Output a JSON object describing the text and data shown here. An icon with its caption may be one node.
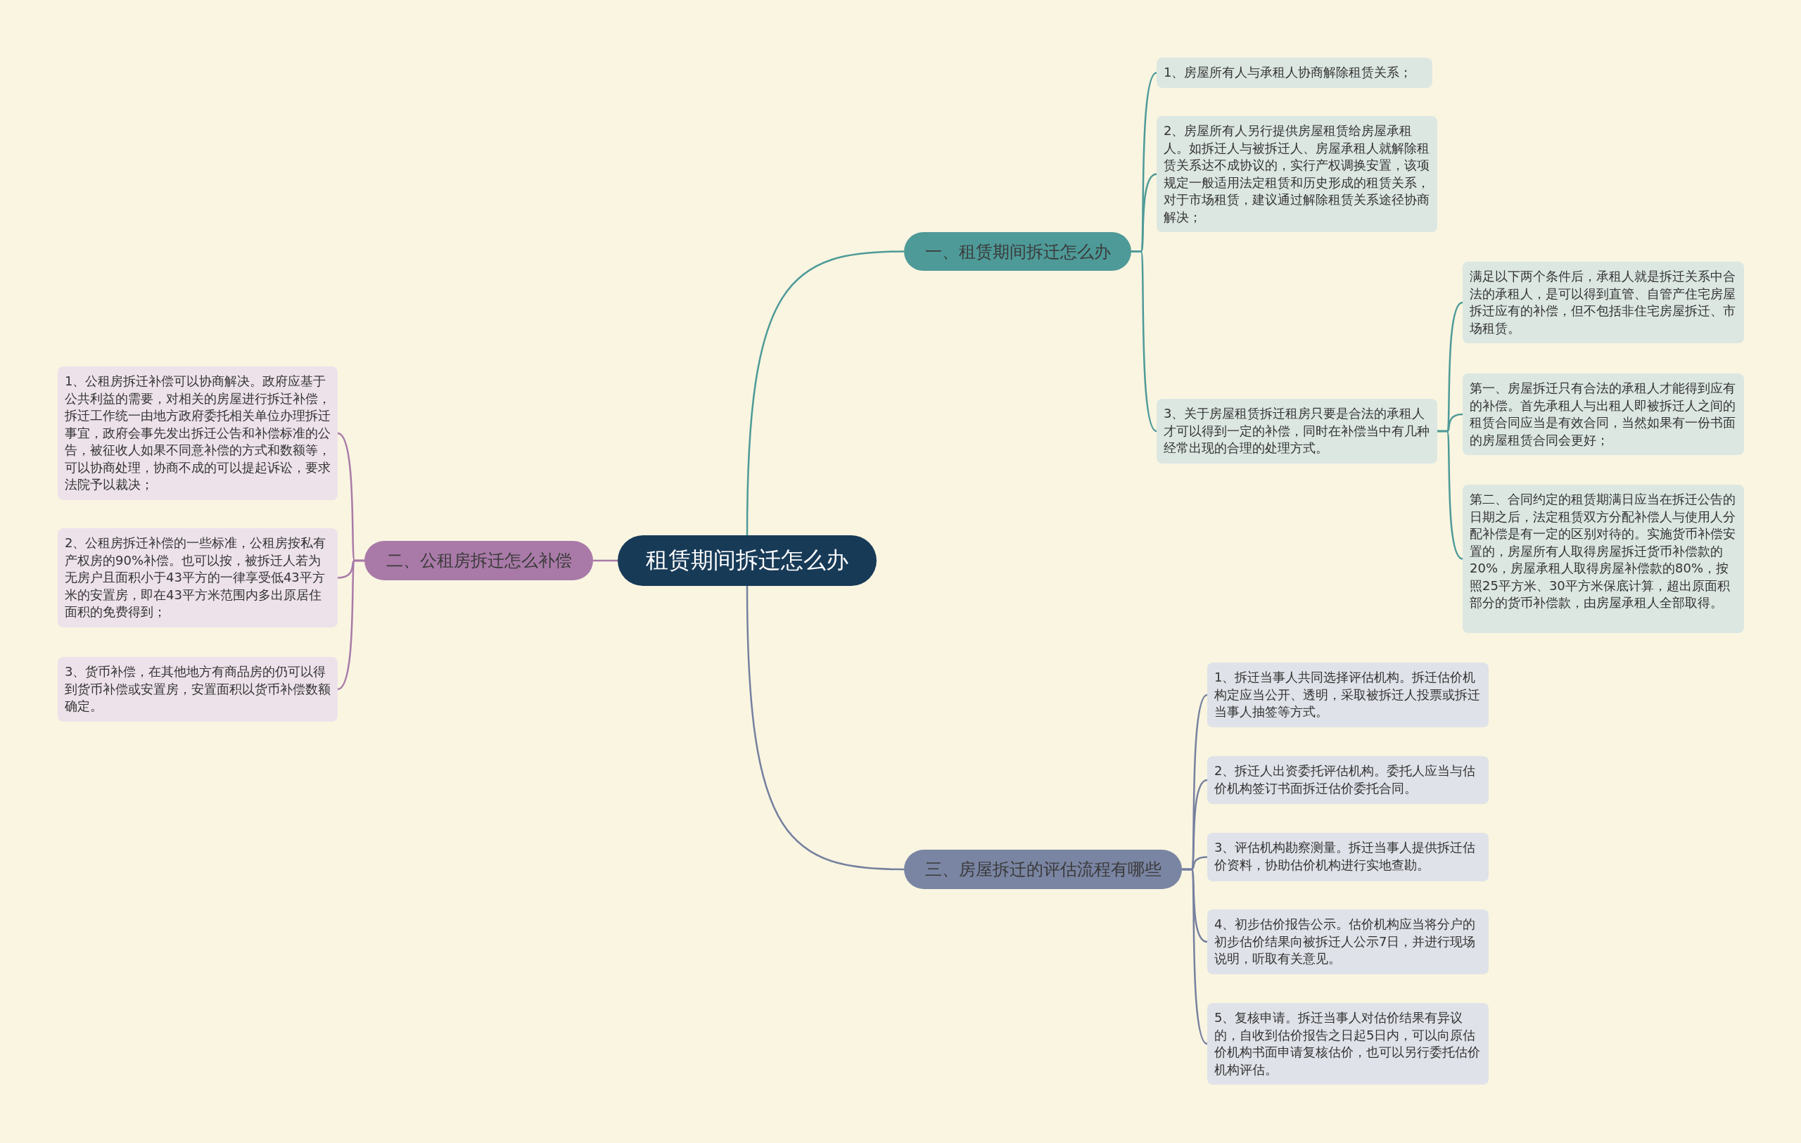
{
  "diagram": {
    "nodes": [
      {
        "text": [
          "租赁期间拆迁怎么办"
        ]
      },
      {
        "text": [
          "一、租赁期间拆迁怎么办"
        ]
      },
      {
        "text": [
          "二、公租房拆迁怎么补偿"
        ]
      },
      {
        "text": [
          "三、房屋拆迁的评估流程有哪些"
        ]
      },
      {
        "text": [
          "1、房屋所有人与承租人协商解除租赁关系；"
        ]
      },
      {
        "text": [
          "2、房屋所有人另行提供房屋租赁给房屋承租人。如拆迁人与被拆迁人、房屋承租人就解除租赁关系达不成协议的，实行产权调换安置，该项规定一般适用法定租赁和历史形成的租赁关系，对于市场租赁，建议通过解除租赁关系途径协商解决；"
        ]
      },
      {
        "text": [
          "3、关于房屋租赁拆迁租房只要是合法的承租人才可以得到一定的补偿，同时在补偿当中有几种经常出现的合理的处理方式。"
        ]
      },
      {
        "text": [
          "满足以下两个条件后，承租人就是拆迁关系中合法的承租人，是可以得到直管、自管产住宅房屋拆迁应有的补偿，但不包括非住宅房屋拆迁、市场租赁。"
        ]
      },
      {
        "text": [
          "第一、房屋拆迁只有合法的承租人才能得到应有的补偿。首先承租人与出租人即被拆迁人之间的租赁合同应当是有效合同，当然如果有一份书面的房屋租赁合同会更好；"
        ]
      },
      {
        "text": [
          "第二、合同约定的租赁期满日应当在拆迁公告的日期之后，法定租赁双方分配补偿人与使用人分配补偿是有一定的区别对待的。实施货币补偿安置的，房屋所有人取得房屋拆迁货币补偿款的20%，房屋承租人取得房屋补偿款的80%，按照25平方米、30平方米保底计算，超出原面积部分的货币补偿款，由房屋承租人全部取得。"
        ]
      },
      {
        "text": [
          "1、公租房拆迁补偿可以协商解决。政府应基于公共利益的需要，对相关的房屋进行拆迁补偿，拆迁工作统一由地方政府委托相关单位办理拆迁事宜，政府会事先发出拆迁公告和补偿标准的公告，被征收人如果不同意补偿的方式和数额等，可以协商处理，协商不成的可以提起诉讼，要求法院予以裁决；"
        ]
      },
      {
        "text": [
          "2、公租房拆迁补偿的一些标准，公租房按私有产权房的90%补偿。也可以按，被拆迁人若为无房户且面积小于43平方的一律享受低43平方米的安置房，即在43平方米范围内多出原居住面积的免费得到；"
        ]
      },
      {
        "text": [
          "3、货币补偿，在其他地方有商品房的仍可以得到货币补偿或安置房，安置面积以货币补偿数额确定。"
        ]
      },
      {
        "text": [
          "1、拆迁当事人共同选择评估机构。拆迁估价机构定应当公开、透明，采取被拆迁人投票或拆迁当事人抽签等方式。"
        ]
      },
      {
        "text": [
          "2、拆迁人出资委托评估机构。委托人应当与估价机构签订书面拆迁估价委托合同。"
        ]
      },
      {
        "text": [
          "3、评估机构勘察测量。拆迁当事人提供拆迁估价资料，协助估价机构进行实地查勘。"
        ]
      },
      {
        "text": [
          "4、初步估价报告公示。估价机构应当将分户的初步估价结果向被拆迁人公示7日，并进行现场说明，听取有关意见。"
        ]
      },
      {
        "text": [
          "5、复核申请。拆迁当事人对估价结果有异议的，自收到估价报告之日起5日内，可以向原估价机构书面申请复核估价，也可以另行委托估价机构评估。"
        ]
      }
    ],
    "edges": [
      {
        "from": 0,
        "to": 1,
        "arrow": "none"
      },
      {
        "from": 0,
        "to": 2,
        "arrow": "none",
        "color": "#a97aa8"
      },
      {
        "from": 0,
        "to": 3,
        "arrow": "none",
        "color": "#76809f"
      },
      {
        "from": 1,
        "to": 4,
        "arrow": "none"
      },
      {
        "from": 1,
        "to": 5,
        "arrow": "none"
      },
      {
        "from": 1,
        "to": 6,
        "arrow": "none"
      },
      {
        "from": 6,
        "to": 7,
        "arrow": "none"
      },
      {
        "from": 6,
        "to": 8,
        "arrow": "none"
      },
      {
        "from": 6,
        "to": 9,
        "arrow": "none"
      },
      {
        "from": 2,
        "to": 10,
        "arrow": "none",
        "color": "#a97aa8"
      },
      {
        "from": 2,
        "to": 11,
        "arrow": "none",
        "color": "#a97aa8"
      },
      {
        "from": 2,
        "to": 12,
        "arrow": "none",
        "color": "#a97aa8"
      },
      {
        "from": 3,
        "to": 13,
        "arrow": "none",
        "color": "#76809f"
      },
      {
        "from": 3,
        "to": 14,
        "arrow": "none",
        "color": "#76809f"
      },
      {
        "from": 3,
        "to": 15,
        "arrow": "none",
        "color": "#76809f"
      },
      {
        "from": 3,
        "to": 16,
        "arrow": "none",
        "color": "#76809f"
      },
      {
        "from": 3,
        "to": 17,
        "arrow": "none",
        "color": "#76809f"
      }
    ]
  }
}
